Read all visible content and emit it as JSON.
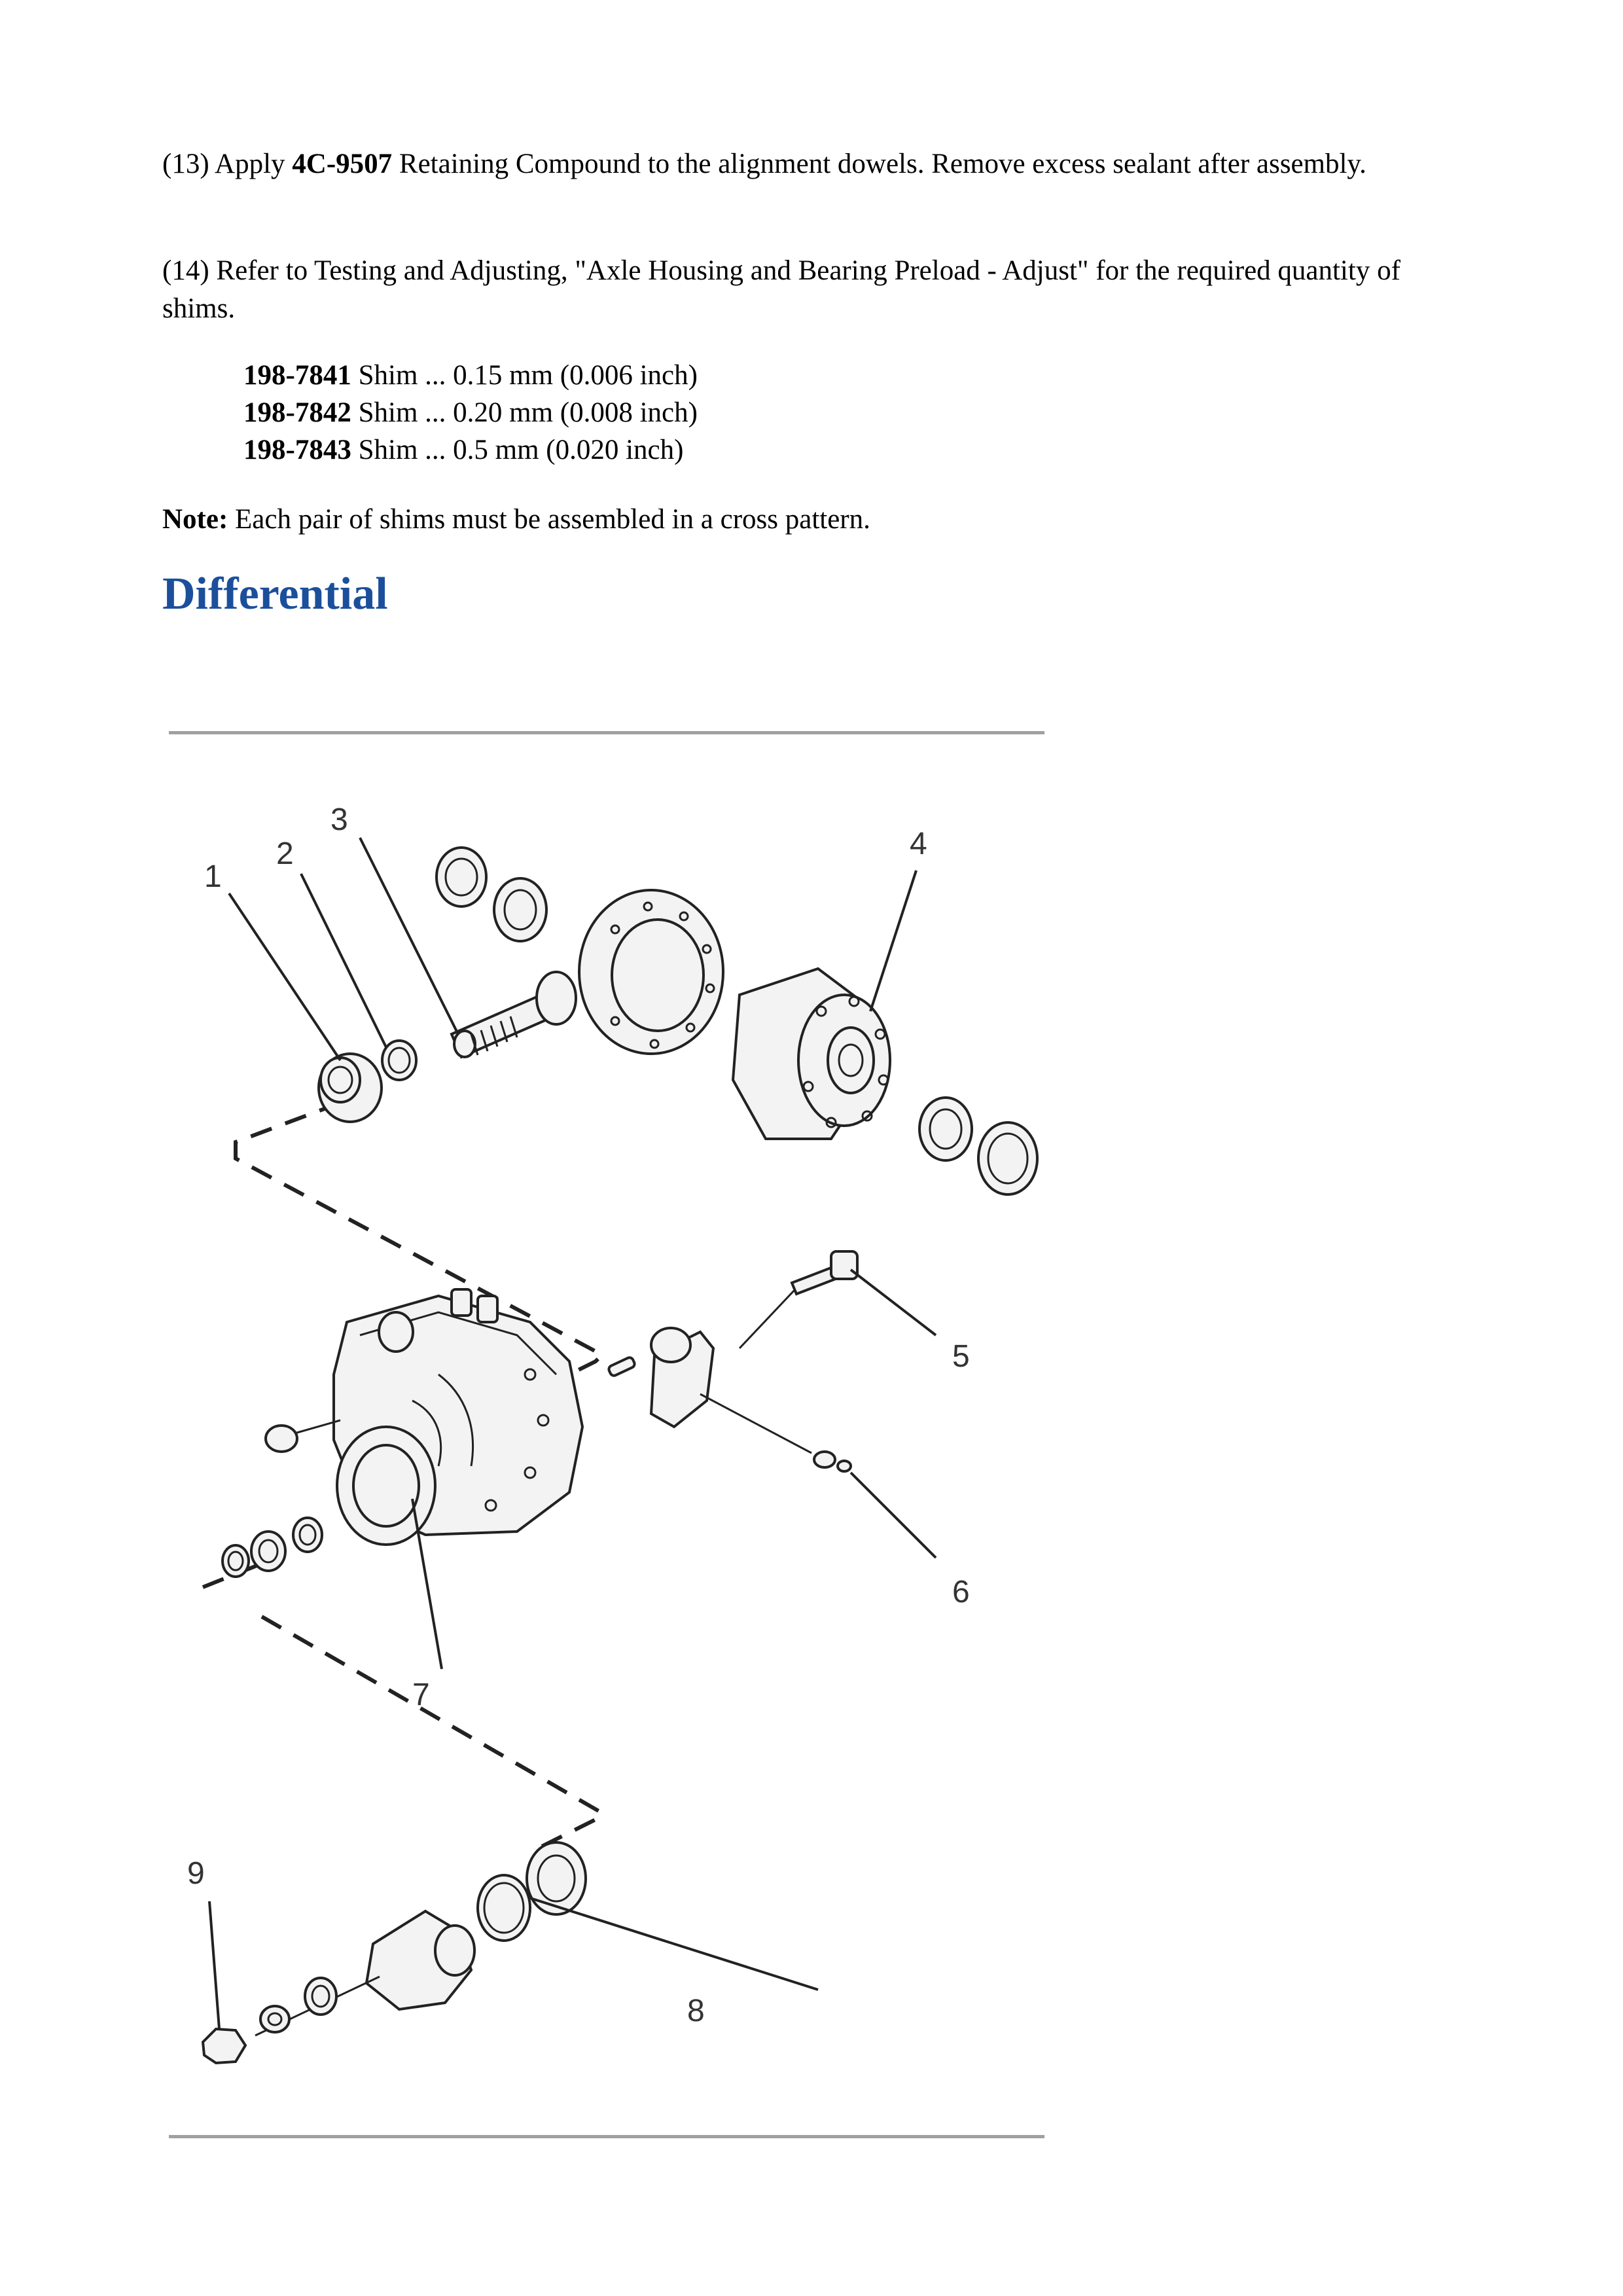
{
  "step13": {
    "prefix": "(13) Apply ",
    "part": "4C-9507",
    "suffix": " Retaining Compound to the alignment dowels. Remove excess sealant after assembly."
  },
  "step14": {
    "text": "(14) Refer to Testing and Adjusting, \"Axle Housing and Bearing Preload - Adjust\" for the required quantity of shims."
  },
  "shims": [
    {
      "part": "198-7841",
      "desc": " Shim ... 0.15 mm (0.006 inch)"
    },
    {
      "part": "198-7842",
      "desc": " Shim ... 0.20 mm (0.008 inch)"
    },
    {
      "part": "198-7843",
      "desc": " Shim ... 0.5 mm (0.020 inch)"
    }
  ],
  "note": {
    "label": "Note:",
    "text": " Each pair of shims must be assembled in a cross pattern."
  },
  "section_title": "Differential",
  "figure": {
    "callouts": [
      "1",
      "2",
      "3",
      "4",
      "5",
      "6",
      "7",
      "8",
      "9"
    ]
  }
}
